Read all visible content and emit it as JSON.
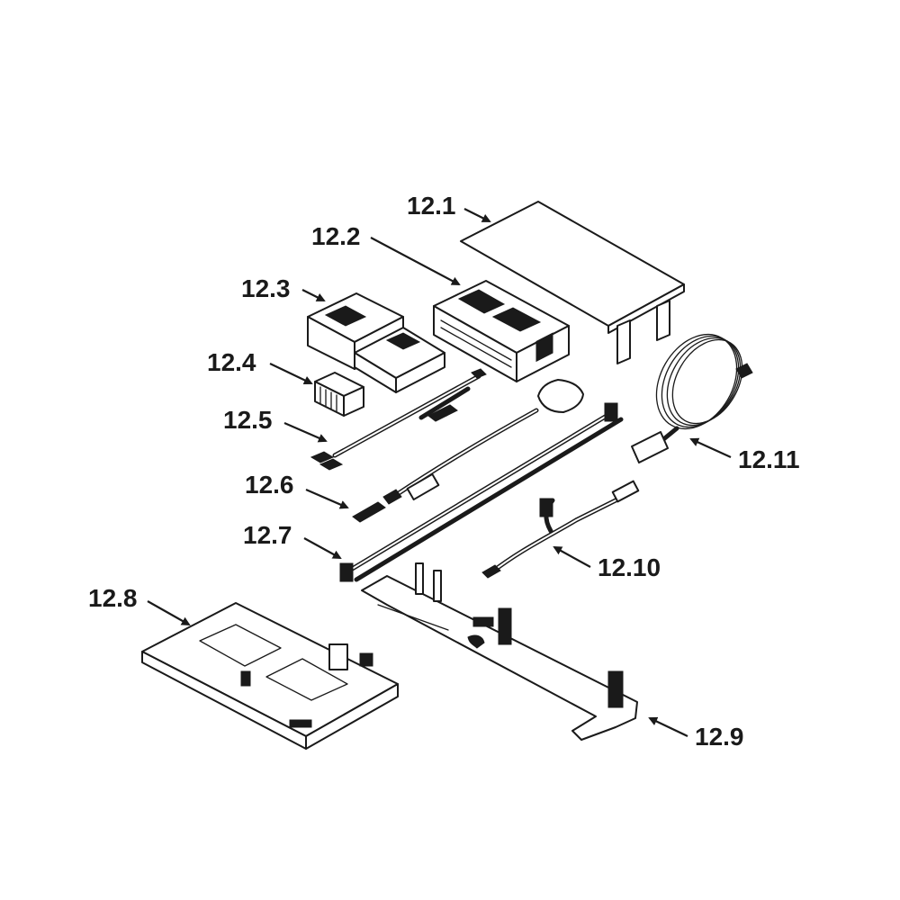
{
  "callouts": {
    "c12_1": "12.1",
    "c12_2": "12.2",
    "c12_3": "12.3",
    "c12_4": "12.4",
    "c12_5": "12.5",
    "c12_6": "12.6",
    "c12_7": "12.7",
    "c12_8": "12.8",
    "c12_9": "12.9",
    "c12_10": "12.10",
    "c12_11": "12.11"
  }
}
